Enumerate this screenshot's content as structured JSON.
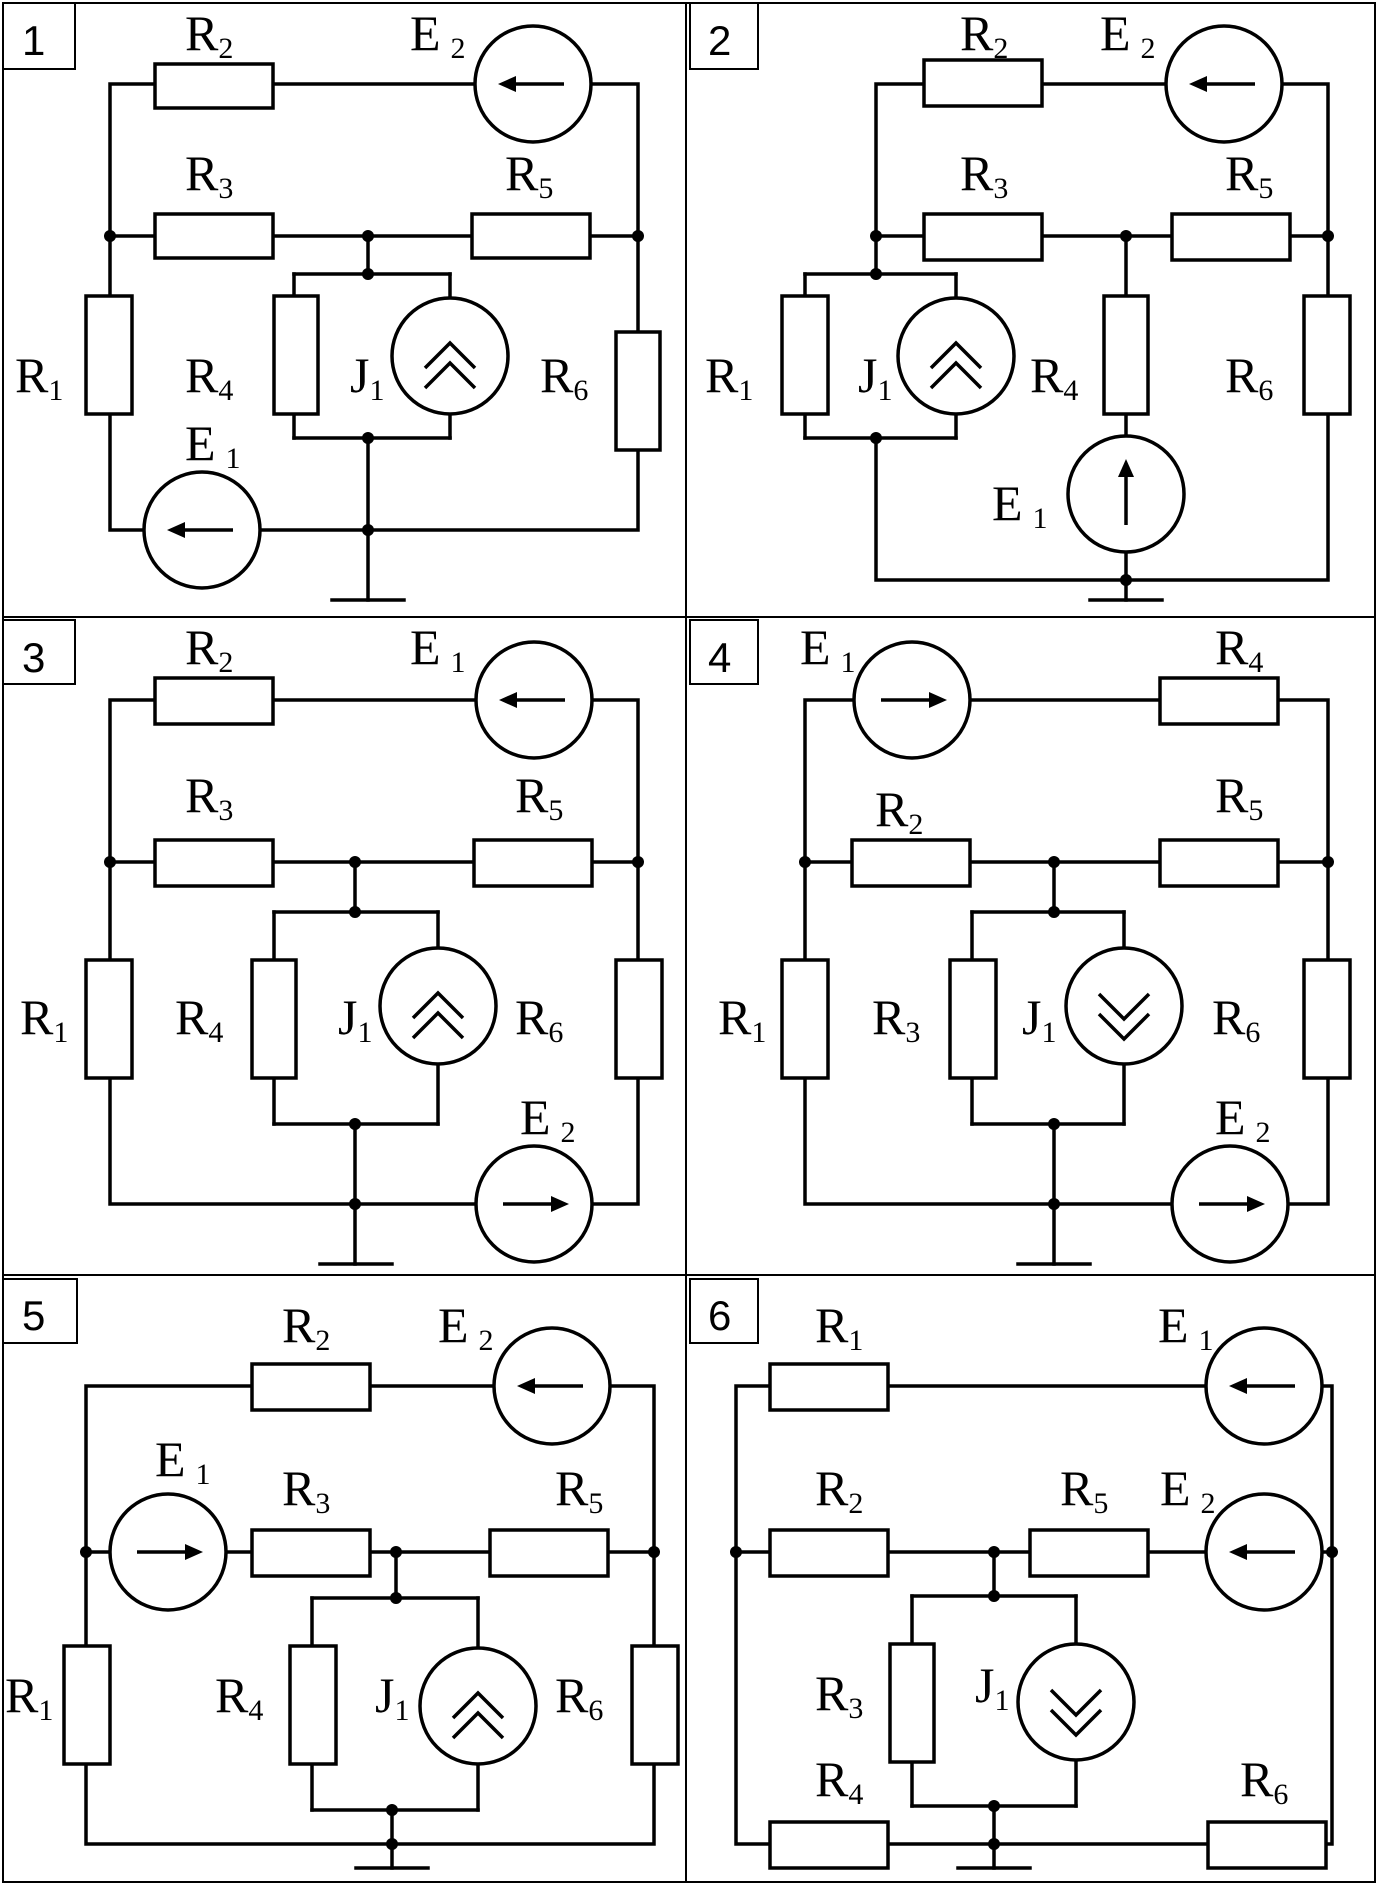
{
  "panels": [
    {
      "number": "1",
      "labels": {
        "R1": [
          "R",
          "1"
        ],
        "R2": [
          "R",
          "2"
        ],
        "R3": [
          "R",
          "3"
        ],
        "R4": [
          "R",
          "4"
        ],
        "R5": [
          "R",
          "5"
        ],
        "R6": [
          "R",
          "6"
        ],
        "E1": [
          "E",
          "1"
        ],
        "E2": [
          "E",
          "2"
        ],
        "J1": [
          "J",
          "1"
        ]
      }
    },
    {
      "number": "2",
      "labels": {
        "R1": [
          "R",
          "1"
        ],
        "R2": [
          "R",
          "2"
        ],
        "R3": [
          "R",
          "3"
        ],
        "R4": [
          "R",
          "4"
        ],
        "R5": [
          "R",
          "5"
        ],
        "R6": [
          "R",
          "6"
        ],
        "E1": [
          "E",
          "1"
        ],
        "E2": [
          "E",
          "2"
        ],
        "J1": [
          "J",
          "1"
        ]
      }
    },
    {
      "number": "3",
      "labels": {
        "R1": [
          "R",
          "1"
        ],
        "R2": [
          "R",
          "2"
        ],
        "R3": [
          "R",
          "3"
        ],
        "R4": [
          "R",
          "4"
        ],
        "R5": [
          "R",
          "5"
        ],
        "R6": [
          "R",
          "6"
        ],
        "E1": [
          "E",
          "1"
        ],
        "E2": [
          "E",
          "2"
        ],
        "J1": [
          "J",
          "1"
        ]
      }
    },
    {
      "number": "4",
      "labels": {
        "R1": [
          "R",
          "1"
        ],
        "R2": [
          "R",
          "2"
        ],
        "R3": [
          "R",
          "3"
        ],
        "R4": [
          "R",
          "4"
        ],
        "R5": [
          "R",
          "5"
        ],
        "R6": [
          "R",
          "6"
        ],
        "E1": [
          "E",
          "1"
        ],
        "E2": [
          "E",
          "2"
        ],
        "J1": [
          "J",
          "1"
        ]
      }
    },
    {
      "number": "5",
      "labels": {
        "R1": [
          "R",
          "1"
        ],
        "R2": [
          "R",
          "2"
        ],
        "R3": [
          "R",
          "3"
        ],
        "R4": [
          "R",
          "4"
        ],
        "R5": [
          "R",
          "5"
        ],
        "R6": [
          "R",
          "6"
        ],
        "E1": [
          "E",
          "1"
        ],
        "E2": [
          "E",
          "2"
        ],
        "J1": [
          "J",
          "1"
        ]
      }
    },
    {
      "number": "6",
      "labels": {
        "R1": [
          "R",
          "1"
        ],
        "R2": [
          "R",
          "2"
        ],
        "R3": [
          "R",
          "3"
        ],
        "R4": [
          "R",
          "4"
        ],
        "R5": [
          "R",
          "5"
        ],
        "R6": [
          "R",
          "6"
        ],
        "E1": [
          "E",
          "1"
        ],
        "E2": [
          "E",
          "2"
        ],
        "J1": [
          "J",
          "1"
        ]
      }
    }
  ],
  "source_directions": {
    "1": {
      "E1": "left",
      "E2": "left",
      "J1": "up"
    },
    "2": {
      "E1": "up",
      "E2": "left",
      "J1": "up"
    },
    "3": {
      "E1": "left",
      "E2": "right",
      "J1": "up"
    },
    "4": {
      "E1": "right",
      "E2": "right",
      "J1": "down"
    },
    "5": {
      "E1": "right",
      "E2": "left",
      "J1": "up"
    },
    "6": {
      "E1": "left",
      "E2": "left",
      "J1": "down"
    }
  }
}
